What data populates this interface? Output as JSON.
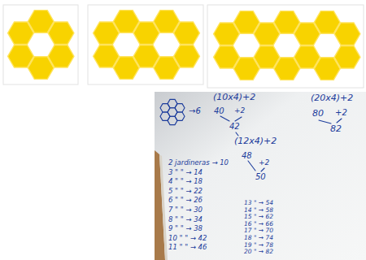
{
  "diagram": {
    "labels": [
      "→6",
      "(10x4)+2",
      "40",
      "+2",
      "42",
      "(12x4)+2",
      "48",
      "+2",
      "50",
      "(20x4)+2",
      "80",
      "+2",
      "82",
      "2 jardineras → 10",
      "3 \" \" → 14",
      "4 \" \" → 18",
      "5 \" \" → 22",
      "6 \" \" → 26",
      "7 \" \" → 30",
      "8 \" \" → 34",
      "9 \" \" → 38",
      "10 \" \" → 42",
      "11 \" \" → 46",
      "13 \" → 54",
      "14 \" → 58",
      "15 \" → 62",
      "16 \" → 66",
      "17 \" → 70",
      "18 \" → 74",
      "19 \" → 78",
      "20 \" → 82"
    ]
  }
}
